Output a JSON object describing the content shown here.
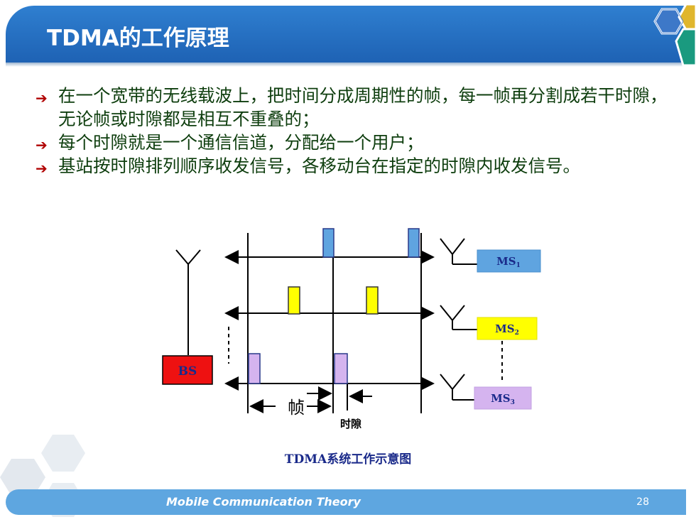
{
  "title": "TDMA的工作原理",
  "bullets": [
    "在一个宽带的无线载波上，把时间分成周期性的帧，每一帧再分割成若干时隙，无论帧或时隙都是相互不重叠的；",
    "每个时隙就是一个通信信道，分配给一个用户；",
    "基站按时隙排列顺序收发信号，各移动台在指定的时隙内收发信号。"
  ],
  "diagram": {
    "bs_label": "BS",
    "ms": [
      {
        "name": "MS",
        "sub": "1",
        "color": "#5fa4e0"
      },
      {
        "name": "MS",
        "sub": "2",
        "color": "#ffff00"
      },
      {
        "name": "MS",
        "sub": "3",
        "color": "#d5b4ef"
      }
    ],
    "frame_label": "帧",
    "slot_label": "时隙",
    "bs_color": "#ee1111",
    "slot_colors": [
      "#5fa4e0",
      "#ffff00",
      "#d5b4ef"
    ]
  },
  "caption": "TDMA系统工作示意图",
  "footer": {
    "text": "Mobile Communication Theory",
    "page": "28"
  }
}
